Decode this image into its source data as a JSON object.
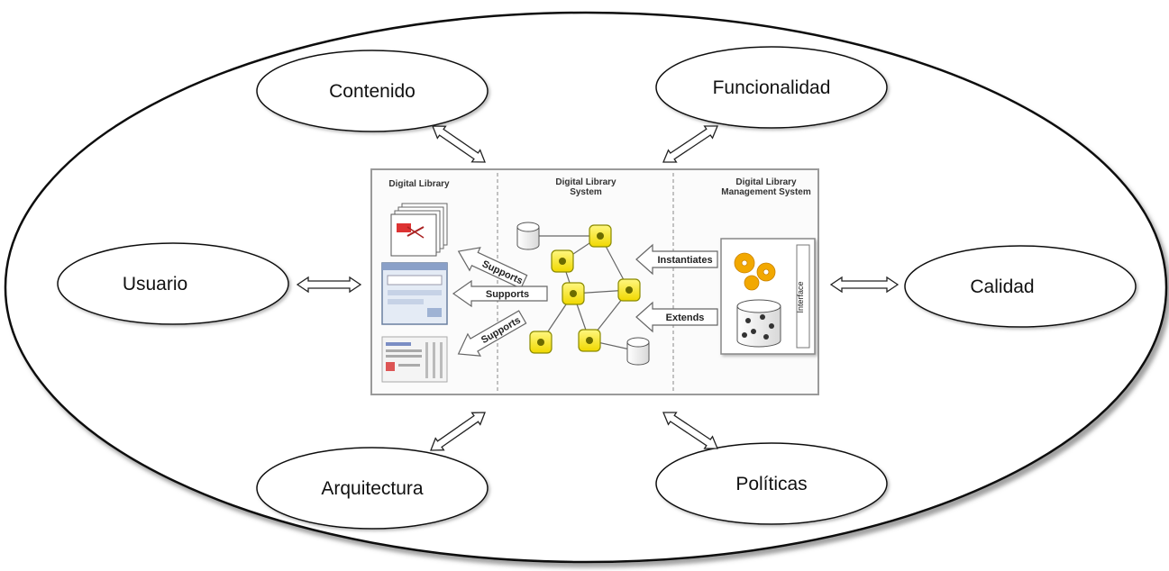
{
  "concepts": {
    "contenido": "Contenido",
    "funcionalidad": "Funcionalidad",
    "usuario": "Usuario",
    "calidad": "Calidad",
    "arquitectura": "Arquitectura",
    "politicas": "Políticas"
  },
  "core": {
    "col1_title": "Digital Library",
    "col2_title_line1": "Digital Library",
    "col2_title_line2": "System",
    "col3_title_line1": "Digital Library",
    "col3_title_line2": "Management System",
    "supports_top": "Supports",
    "supports_mid": "Supports",
    "supports_bottom": "Supports",
    "instantiates": "Instantiates",
    "extends": "Extends",
    "interface": "Interface"
  },
  "colors": {
    "node_fill": "#ffee33",
    "node_stroke": "#8a8a00",
    "gear": "#f2a800",
    "frame": "#9a9a9a"
  }
}
